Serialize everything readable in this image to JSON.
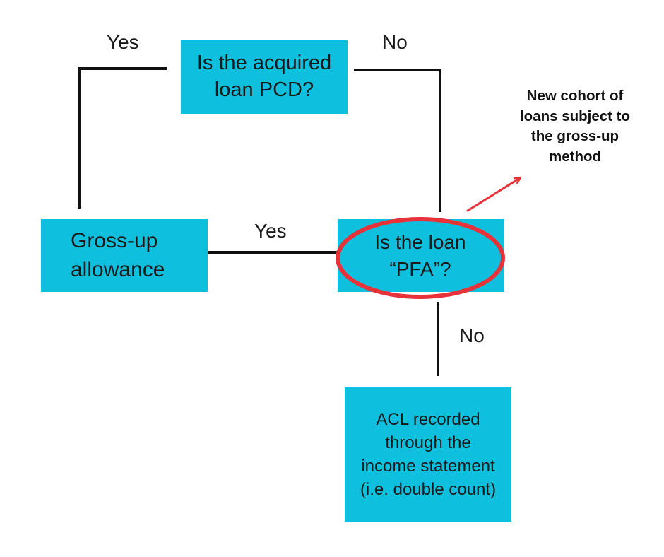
{
  "flowchart": {
    "question_acquired": {
      "line1": "Is the acquired",
      "line2": "loan PCD?"
    },
    "outcome_gross_up": {
      "line1": "Gross-up",
      "line2": "allowance"
    },
    "question_pfa": {
      "line1": "Is the loan",
      "line2": "“PFA”?"
    },
    "outcome_acl": {
      "line1": "ACL recorded",
      "line2": "through the",
      "line3": "income statement",
      "line4": "(i.e. double count)"
    },
    "edge_labels": {
      "yes_top": "Yes",
      "no_top": "No",
      "yes_middle": "Yes",
      "no_bottom": "No"
    },
    "annotation": {
      "line1": "New cohort of",
      "line2": "loans subject to",
      "line3": "the gross-up",
      "line4": "method"
    }
  },
  "colors": {
    "box_fill": "#0fc0de",
    "connector": "#111111",
    "highlight": "#e8323a",
    "text": "#1a1a1a"
  },
  "icons": {
    "highlight_marker": "ellipse-outline",
    "annotation_pointer": "arrow"
  }
}
